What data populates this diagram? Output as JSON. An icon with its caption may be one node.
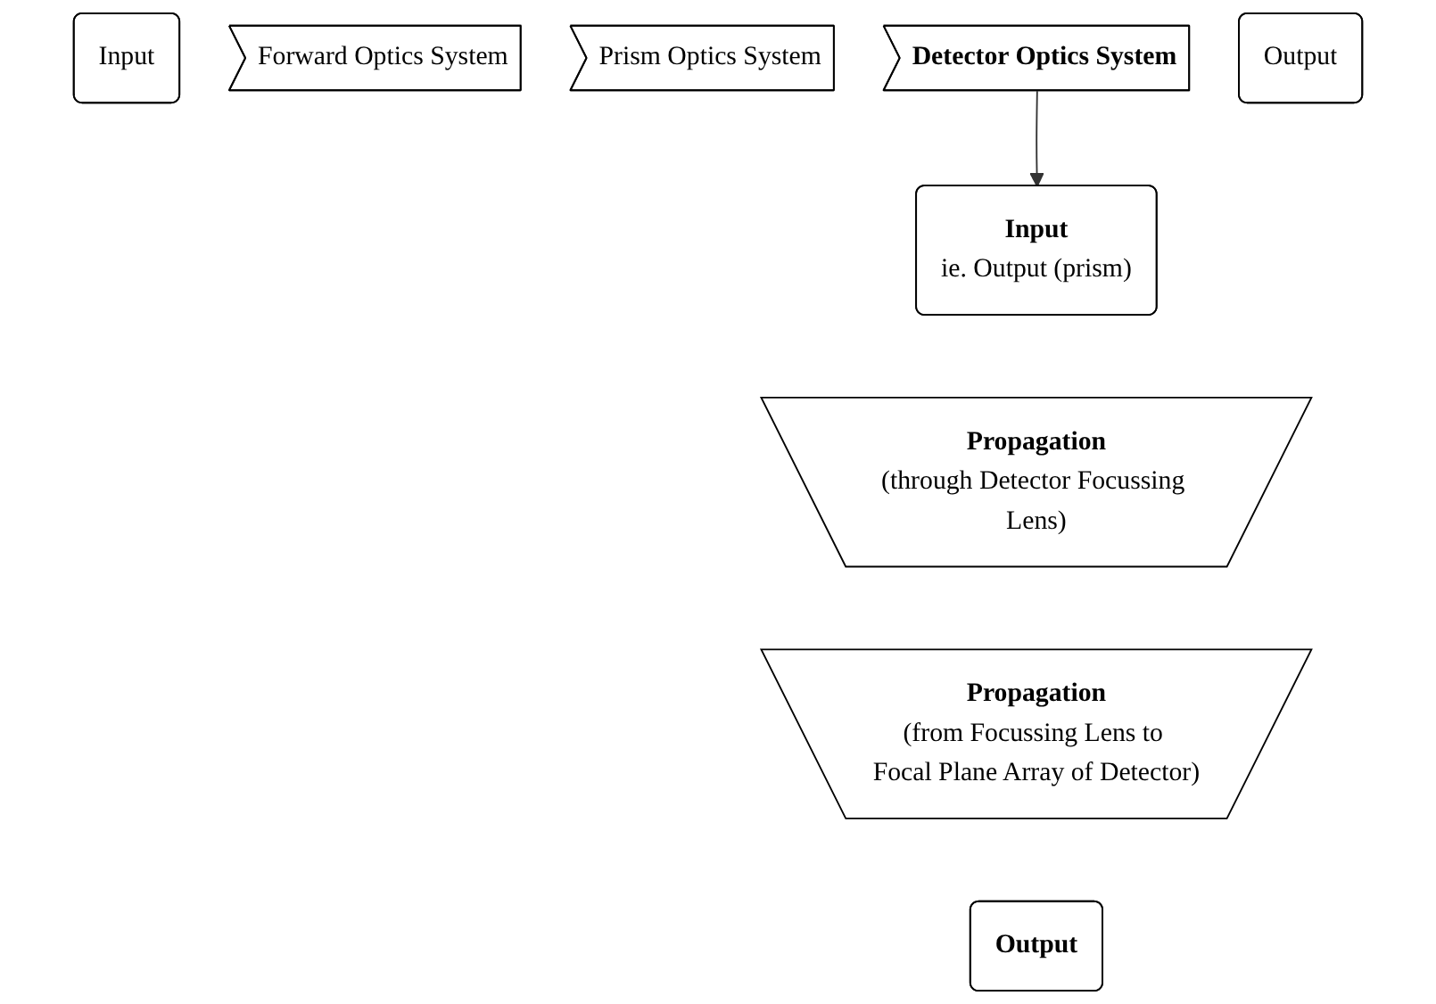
{
  "diagram": {
    "nodes": [
      {
        "text": [
          "Input"
        ]
      },
      {
        "text": [
          "Forward Optics System"
        ]
      },
      {
        "text": [
          "Prism Optics System"
        ]
      },
      {
        "text": [
          "Detector Optics System"
        ]
      },
      {
        "text": [
          "Output"
        ]
      },
      {
        "text": [
          "Input",
          "ie. Output (prism)"
        ]
      },
      {
        "text": [
          "Propagation",
          "(through Detector Focussing Lens)"
        ]
      },
      {
        "text": [
          "Propagation",
          "(from Focussing Lens to Focal Plane Array of Detector)"
        ]
      },
      {
        "text": [
          "Output"
        ]
      }
    ],
    "edges": [
      {
        "from": 3,
        "to": 5,
        "arrow": "to"
      }
    ]
  }
}
